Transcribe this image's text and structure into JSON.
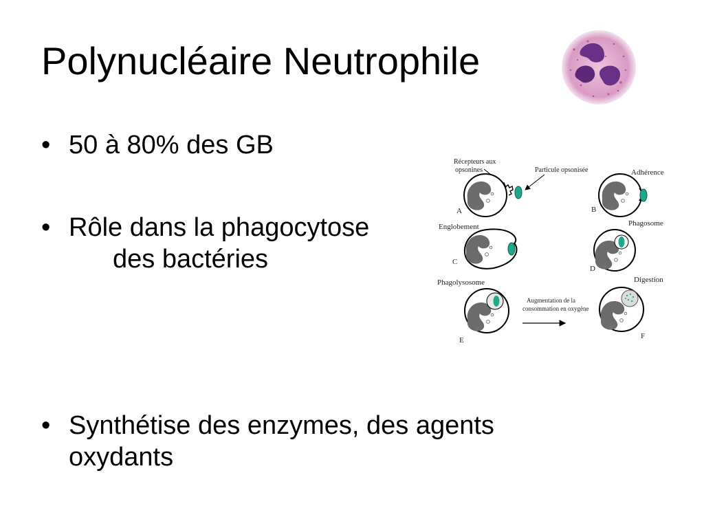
{
  "title": "Polynucléaire Neutrophile",
  "bullets": [
    {
      "symbol": "•",
      "line1": "50 à 80% des GB"
    },
    {
      "symbol": "•",
      "line1": "Rôle dans la phagocytose",
      "line2": "des bactéries"
    },
    {
      "symbol": "•",
      "line1": "Synthétise des enzymes, des agents",
      "line2": "oxydants"
    }
  ],
  "diagram": {
    "label_receptors_1": "Récepteurs aux",
    "label_receptors_2": "opsonines",
    "label_particle": "Particule opsonisée",
    "label_adherence": "Adhérence",
    "label_englobement": "Englobement",
    "label_phagosome": "Phagosome",
    "label_phagolysosome": "Phagolysosome",
    "label_digestion": "Digestion",
    "label_oxygen_1": "Augmentation de la",
    "label_oxygen_2": "consommation en oxygène",
    "letter_a": "A",
    "letter_b": "B",
    "letter_c": "C",
    "letter_d": "D",
    "letter_e": "E",
    "letter_f": "F"
  },
  "colors": {
    "particle": "#1fa98b",
    "nucleus": "#6b6b6b",
    "photo_bg": "#e9b9d6",
    "photo_nucleus": "#6a2f86"
  }
}
